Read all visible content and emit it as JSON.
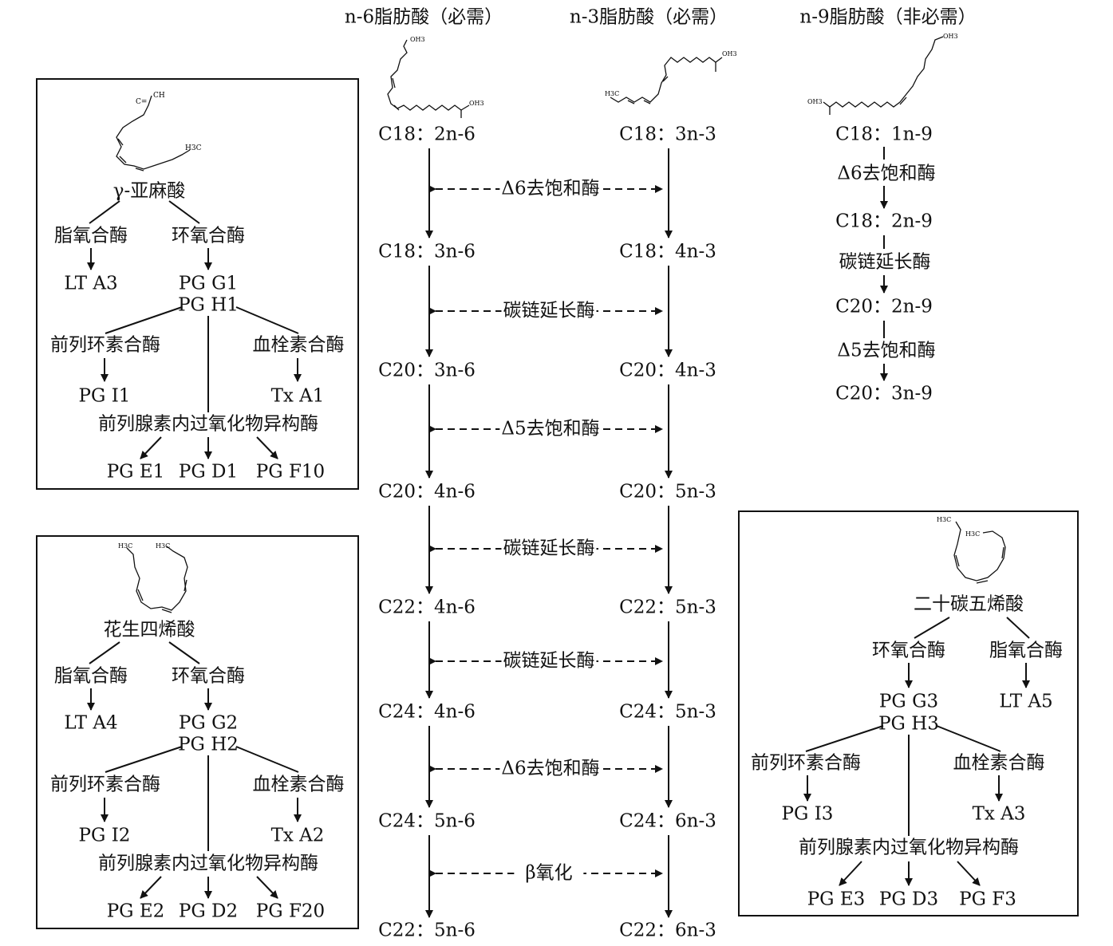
{
  "columns": {
    "n6": {
      "header": "n-6脂肪酸（必需）",
      "steps": [
        "C18：2n-6",
        "C18：3n-6",
        "C20：3n-6",
        "C20：4n-6",
        "C22：4n-6",
        "C24：4n-6",
        "C24：5n-6",
        "C22：5n-6"
      ]
    },
    "n3": {
      "header": "n-3脂肪酸（必需）",
      "steps": [
        "C18：3n-3",
        "C18：4n-3",
        "C20：4n-3",
        "C20：5n-3",
        "C22：5n-3",
        "C24：5n-3",
        "C24：6n-3",
        "C22：6n-3"
      ]
    },
    "n9": {
      "header": "n-9脂肪酸（非必需）",
      "steps": [
        "C18：1n-9",
        "C18：2n-9",
        "C20：2n-9",
        "C20：3n-9"
      ],
      "enzymes": [
        "Δ6去饱和酶",
        "碳链延长酶",
        "Δ5去饱和酶"
      ]
    }
  },
  "shared_enzymes": [
    "Δ6去饱和酶",
    "碳链延长酶",
    "Δ5去饱和酶",
    "碳链延长酶",
    "碳链延长酶",
    "Δ6去饱和酶",
    "β氧化"
  ],
  "boxes": {
    "gla": {
      "name": "γ-亚麻酸",
      "lipox": "脂氧合酶",
      "cyclo": "环氧合酶",
      "lt": "LT A3",
      "pgg": "PG G1",
      "pgh": "PG H1",
      "prost": "前列环素合酶",
      "throm": "血栓素合酶",
      "pgi": "PG I1",
      "tx": "Tx A1",
      "isom": "前列腺素内过氧化物异构酶",
      "pge": "PG E1",
      "pgd": "PG D1",
      "pgf": "PG F10"
    },
    "aa": {
      "name": "花生四烯酸",
      "lipox": "脂氧合酶",
      "cyclo": "环氧合酶",
      "lt": "LT A4",
      "pgg": "PG G2",
      "pgh": "PG H2",
      "prost": "前列环素合酶",
      "throm": "血栓素合酶",
      "pgi": "PG I2",
      "tx": "Tx A2",
      "isom": "前列腺素内过氧化物异构酶",
      "pge": "PG E2",
      "pgd": "PG D2",
      "pgf": "PG F20"
    },
    "epa": {
      "name": "二十碳五烯酸",
      "cyclo": "环氧合酶",
      "lipox": "脂氧合酶",
      "pgg": "PG G3",
      "lt": "LT A5",
      "pgh": "PG H3",
      "prost": "前列环素合酶",
      "throm": "血栓素合酶",
      "pgi": "PG I3",
      "tx": "Tx A3",
      "isom": "前列腺素内过氧化物异构酶",
      "pge": "PG E3",
      "pgd": "PG D3",
      "pgf": "PG F3"
    }
  },
  "structure_labels": {
    "n6_top": "OH3",
    "n6_end": "OH3",
    "n3_end": "OH3",
    "n3_tail": "H3C",
    "n9_top": "OH3",
    "n9_end": "OH3",
    "gla_head": "CH",
    "gla_tail": "H3C",
    "aa_tail": "H3C",
    "aa_head": "H3C",
    "epa_head": "H3C",
    "epa_tail": "H3C"
  }
}
